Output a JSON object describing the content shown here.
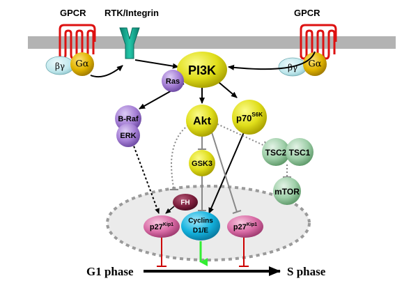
{
  "membrane_labels": {
    "gpcr_left": "GPCR",
    "rtk": "RTK/Integrin",
    "gpcr_right": "GPCR"
  },
  "subunits": {
    "beta_gamma": "βγ",
    "g_alpha": "Gα"
  },
  "nodes": {
    "pi3k": "PI3K",
    "ras": "Ras",
    "braf": "B-Raf",
    "erk": "ERK",
    "akt": "Akt",
    "p70": "p70",
    "p70_sup": "S6K",
    "gsk3": "GSK3",
    "tsc2": "TSC2",
    "tsc1": "TSC1",
    "mtor": "mTOR",
    "fh": "FH",
    "p27": "p27",
    "p27_sup": "Kip1",
    "cyclins_line1": "Cyclins",
    "cyclins_line2": "D1/E"
  },
  "phases": {
    "g1": "G1 phase",
    "s": "S phase"
  },
  "colors": {
    "membrane": "#b3b3b3",
    "gpcr": "#dd1111",
    "rtk": "#12a58f",
    "beta_gamma": "#bfe7ec",
    "g_alpha": "#e1b400",
    "yellow_node": "#e0de1a",
    "purple_node": "#a57fd5",
    "green_node": "#9fcfa9",
    "fh": "#7a1c3a",
    "p27": "#d96ca6",
    "cyclins": "#14b2de",
    "inhibit_red": "#cc0000",
    "activate_green": "#33ee33"
  }
}
